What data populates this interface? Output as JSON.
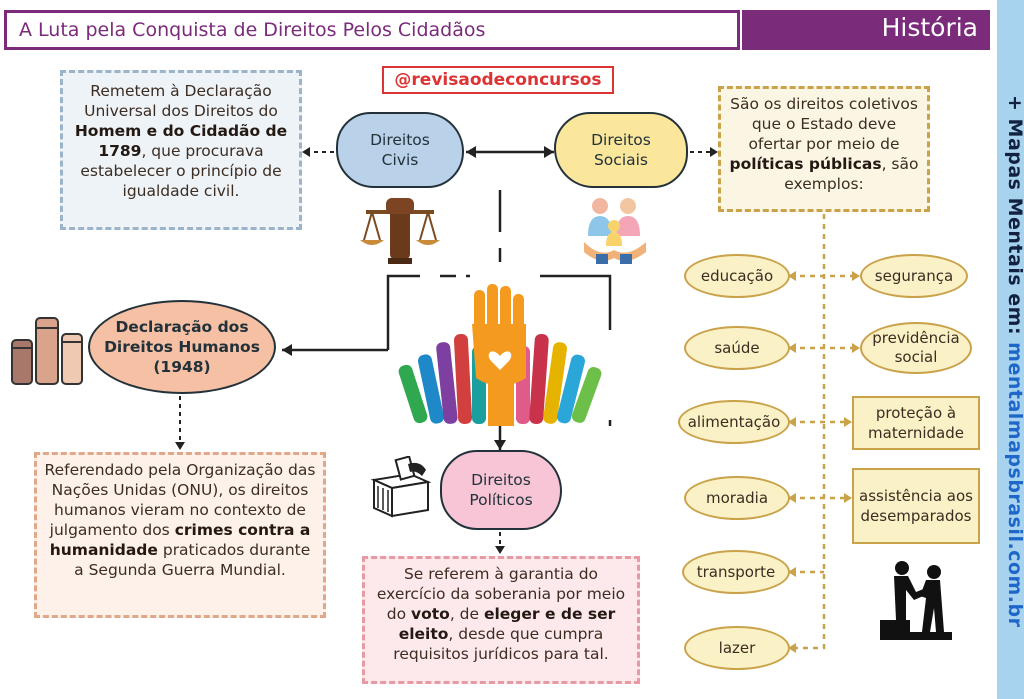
{
  "header": {
    "title": "A Luta pela Conquista de Direitos Pelos Cidadãos",
    "subject": "História"
  },
  "tag": "@revisaodeconcursos",
  "side_banner": {
    "prefix": "+ Mapas Mentais em: ",
    "url": "mentalmapsbrasil.com.br"
  },
  "civis": {
    "label_line1": "Direitos",
    "label_line2": "Civis",
    "text_a": "Remetem à Declaração Universal dos Direitos do ",
    "text_b": "Homem e do Cidadão de 1789",
    "text_c": ", que procurava estabelecer o princípio de igualdade civil."
  },
  "sociais": {
    "label_line1": "Direitos",
    "label_line2": "Sociais",
    "text_a": "São os direitos coletivos que o Estado deve ofertar por meio de ",
    "text_b": "políticas públicas",
    "text_c": ", são exemplos:"
  },
  "declaracao": {
    "line1": "Declaração dos",
    "line2": "Direitos Humanos",
    "line3": "(1948)",
    "text_a": "Referendado pela Organização das Nações Unidas (ONU), os direitos humanos vieram no contexto de julgamento dos ",
    "text_b": "crimes contra a humanidade",
    "text_c": " praticados durante a Segunda Guerra Mundial."
  },
  "politicos": {
    "label_line1": "Direitos",
    "label_line2": "Políticos",
    "text_a": "Se referem à garantia do exercício da soberania por meio do ",
    "text_b": "voto",
    "text_c": ", de ",
    "text_d": "eleger e de ser eleito",
    "text_e": ", desde que cumpra requisitos jurídicos para tal."
  },
  "social_rights": {
    "left": [
      "educação",
      "saúde",
      "alimentação",
      "moradia",
      "transporte",
      "lazer"
    ],
    "right": [
      "segurança",
      "previdência social",
      "proteção à maternidade",
      "assistência aos desemparados"
    ]
  },
  "icons": [
    "scales-fist-icon",
    "family-icon",
    "raised-fists-icon",
    "raised-hands-icon",
    "ballot-box-icon",
    "helping-hand-icon"
  ]
}
